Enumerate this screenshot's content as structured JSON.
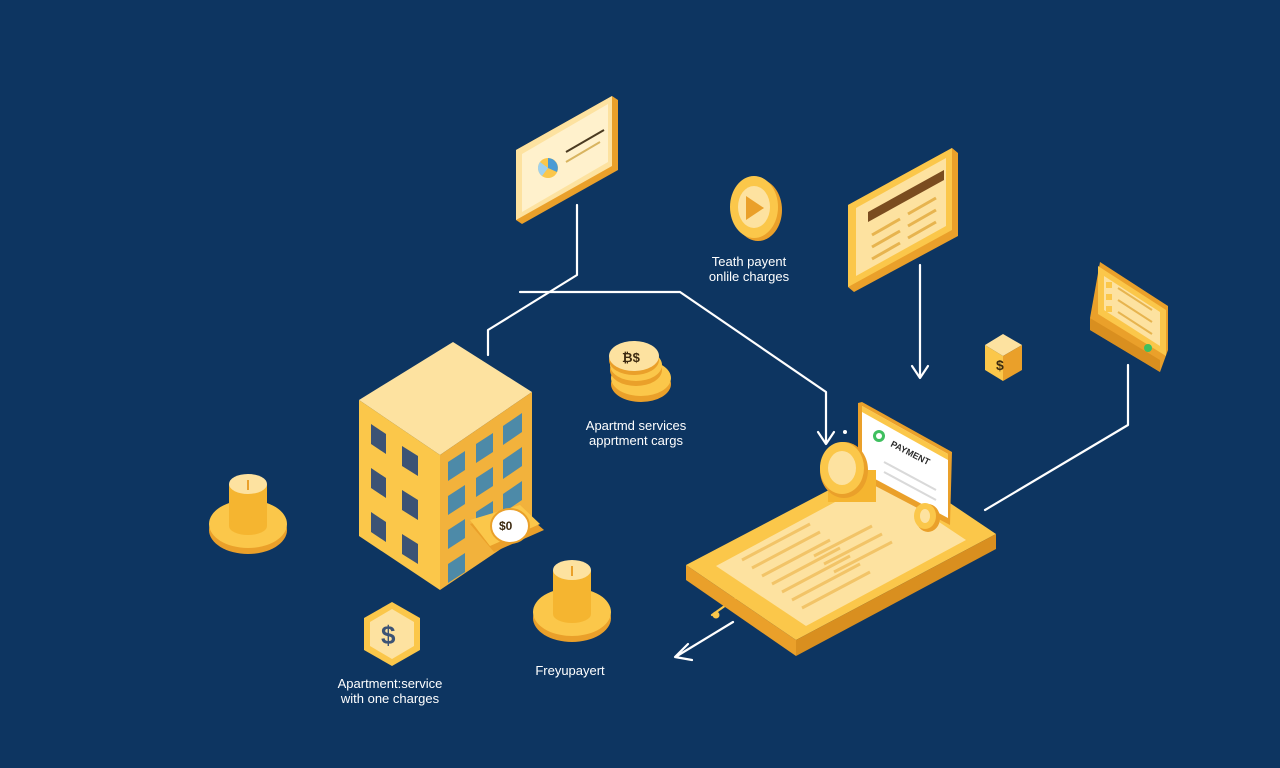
{
  "captions": {
    "top_right": {
      "line1": "Teath payent",
      "line2": "onlile charges"
    },
    "center": {
      "line1": "Apartmd services",
      "line2": "apprtment cargs"
    },
    "bottom_left": {
      "line1": "Apartment:service",
      "line2": "with one charges"
    },
    "bottom_center": {
      "line1": "Freyupayert"
    }
  },
  "labels": {
    "coin_stack_mark": "₿$",
    "building_tag": "$0",
    "cube_mark": "$",
    "hexagon_mark": "$",
    "payment_screen": "PAYMENT"
  },
  "colors": {
    "background": "#0d3561",
    "accent": "#fbc74a",
    "accent_light": "#fde2a0",
    "accent_dark": "#eaa02a",
    "connector": "#ffffff"
  },
  "icons": [
    "apartment-building-icon",
    "coin-stack-icon",
    "dollar-cube-icon",
    "dollar-hexagon-icon",
    "play-coin-icon",
    "payment-terminal-icon"
  ]
}
